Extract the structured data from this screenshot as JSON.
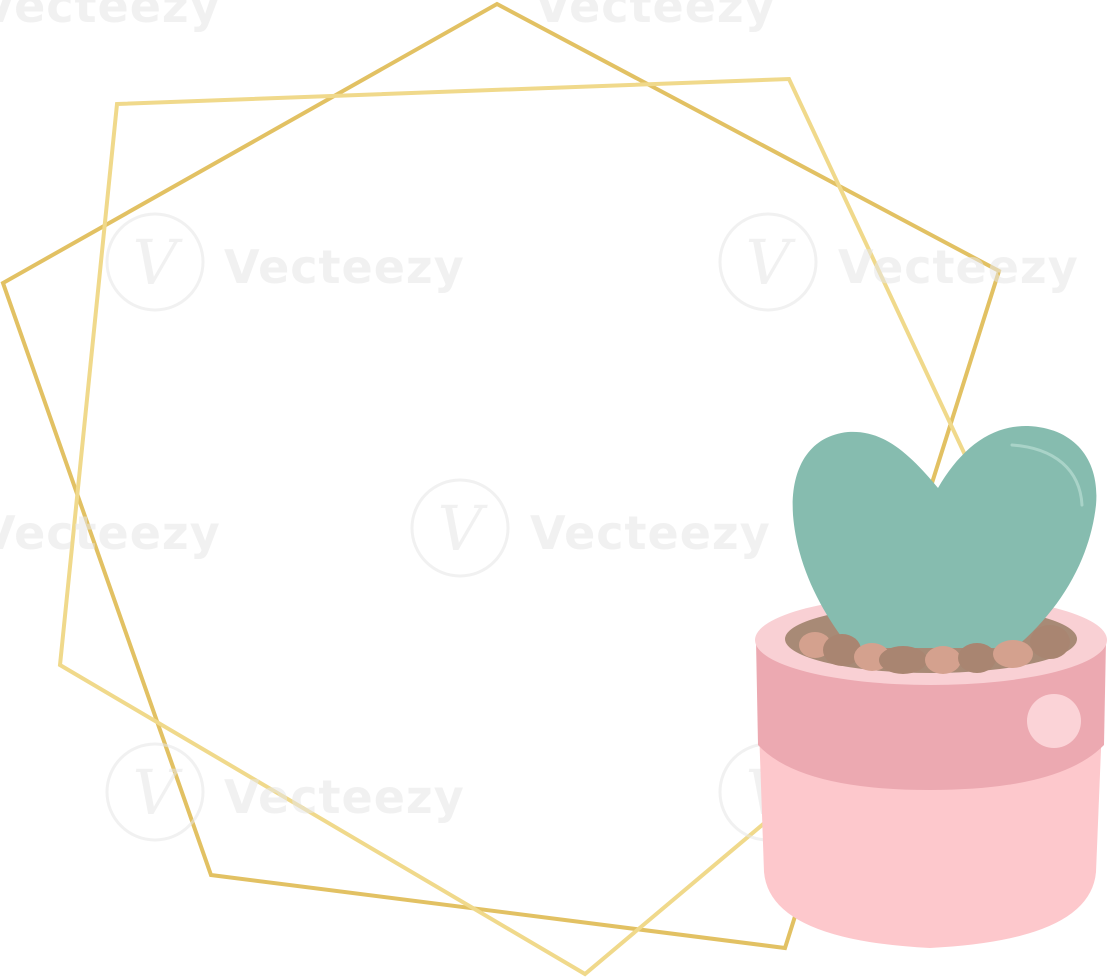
{
  "colors": {
    "background": "#ffffff",
    "frame_gold_dark": "#e2c163",
    "frame_gold_light": "#f0d98b",
    "pot_rim": "#f9d0d4",
    "pot_band": "#eca9b1",
    "pot_body": "#fdc8cc",
    "pot_dot": "#fbd3d7",
    "soil": "#a88a76",
    "pebble_light": "#d4a18e",
    "pebble_dark": "#a98571",
    "leaf": "#86bcaf",
    "leaf_highlight": "#a9d3c8",
    "watermark": "#e6e6e6"
  },
  "illustration": {
    "subject": "pot-heart-plant-icon",
    "frame_style": "double-gold-geometric-outline"
  },
  "watermark": {
    "text": "Vecteezy",
    "glyph": "V"
  }
}
